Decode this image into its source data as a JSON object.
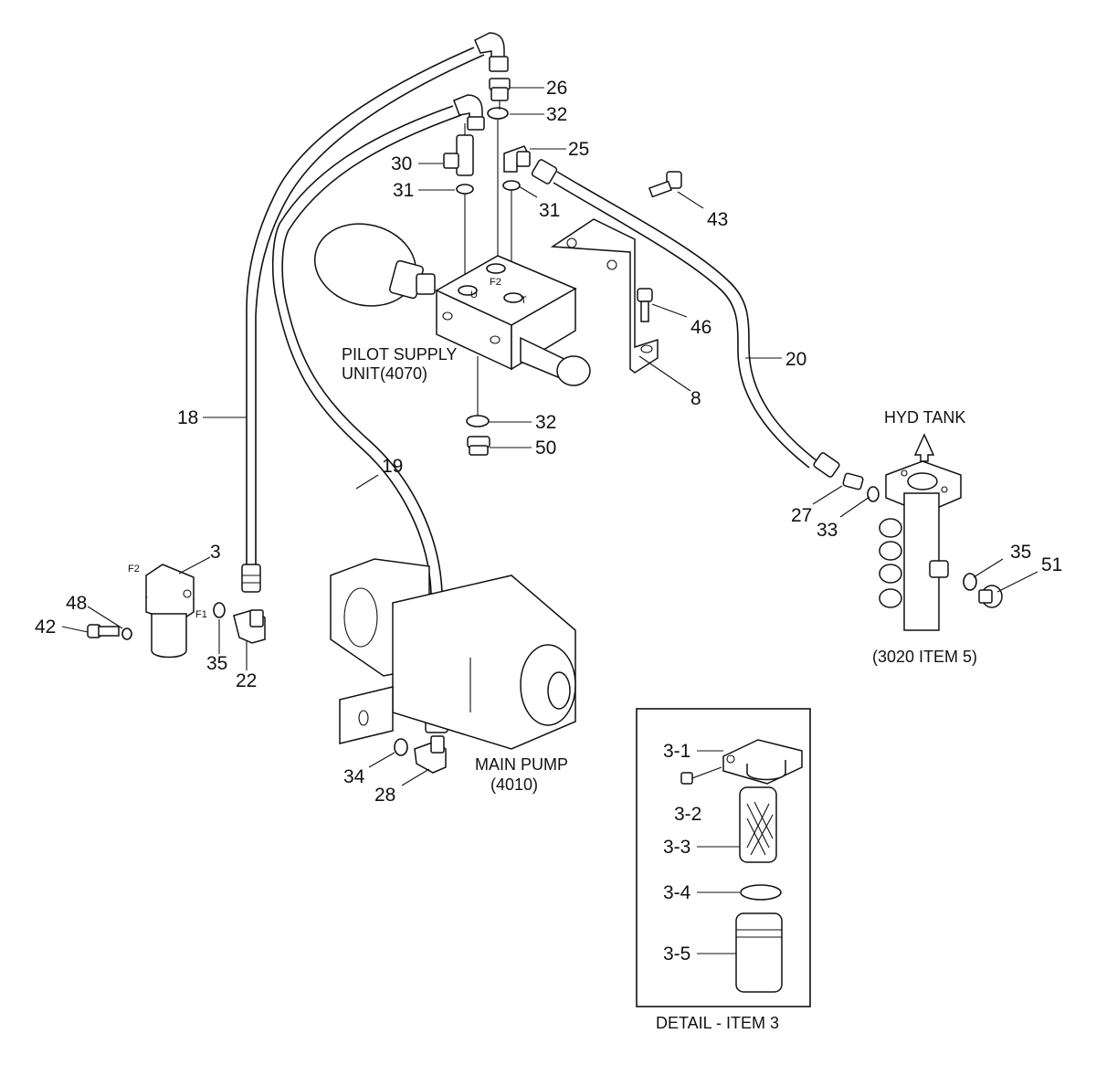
{
  "diagram": {
    "parts": {
      "pilot_supply": "PILOT SUPPLY",
      "pilot_supply_unit": "UNIT(4070)",
      "main_pump": "MAIN PUMP",
      "main_pump_unit": "(4010)",
      "hyd_tank": "HYD TANK",
      "tank_ref": "(3020 ITEM 5)",
      "detail_title": "DETAIL - ITEM 3"
    },
    "ports": {
      "f2_block": "F2",
      "u_port": "U",
      "t_port": "T",
      "f2_filter": "F2",
      "f1_filter": "F1"
    },
    "callouts": [
      "26",
      "32",
      "25",
      "30",
      "31",
      "31",
      "43",
      "46",
      "20",
      "8",
      "32",
      "50",
      "18",
      "19",
      "27",
      "33",
      "35",
      "51",
      "3",
      "48",
      "42",
      "35",
      "22",
      "34",
      "28"
    ],
    "detail_callouts": [
      "3-1",
      "3-2",
      "3-3",
      "3-4",
      "3-5"
    ]
  }
}
